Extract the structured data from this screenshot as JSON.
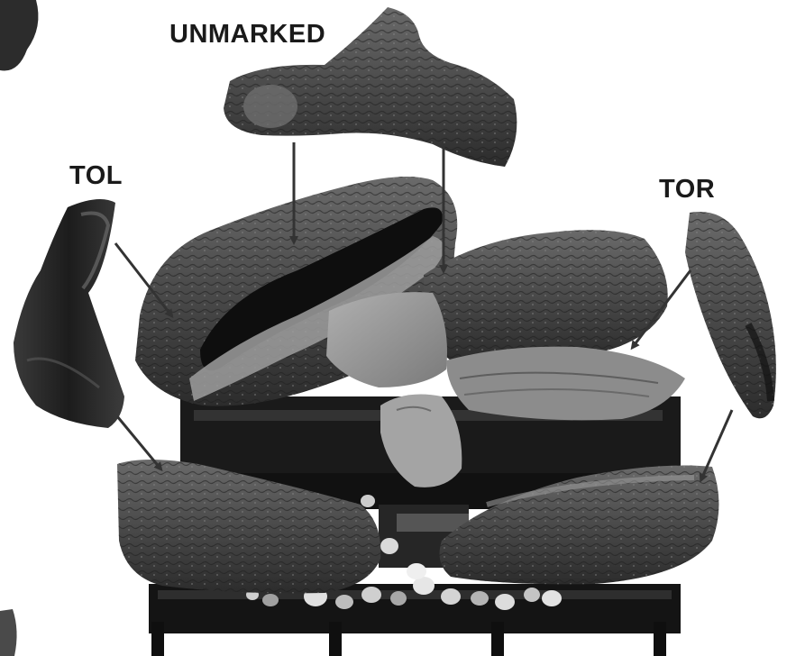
{
  "labels": {
    "unmarked": "UNMARKED",
    "tol": "TOL",
    "tor": "TOR"
  },
  "colors": {
    "label_text": "#1a1a1a",
    "arrow": "#333333",
    "grate": "#151515",
    "log_dark": "#2a2a2a",
    "log_mid": "#5a5a5a",
    "log_light": "#9a9a9a",
    "ember": "#d8d8d8"
  }
}
